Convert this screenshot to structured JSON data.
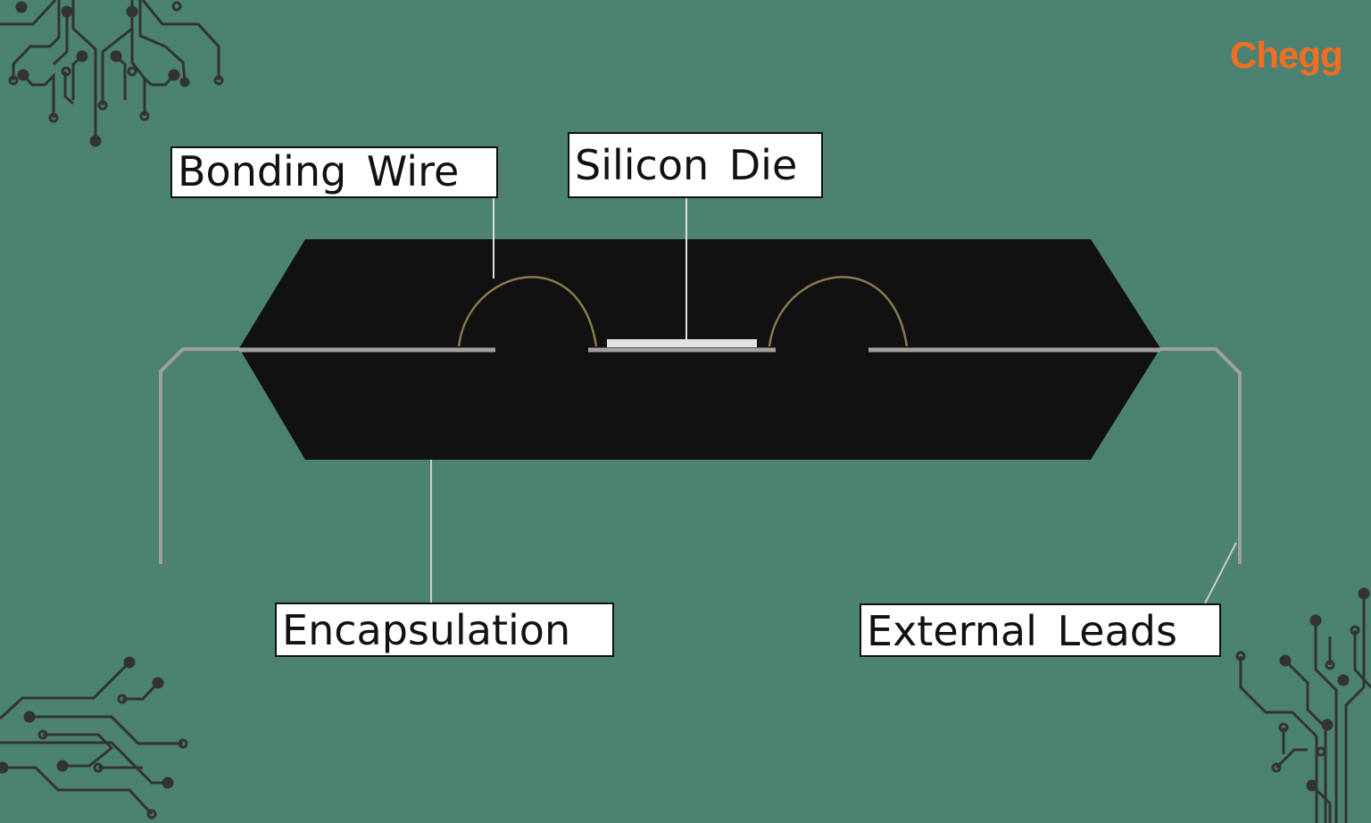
{
  "labels": {
    "bonding_wire": "Bonding Wire",
    "silicon_die": "Silicon Die",
    "encapsulation": "Encapsulation",
    "external_leads": "External Leads"
  },
  "logo": "Chegg",
  "colors": {
    "background": "#4b8271",
    "package": "#111111",
    "leads": "#a0a0a0",
    "wire": "#8a7a50",
    "logo": "#f26f21",
    "traces": "#333333"
  }
}
